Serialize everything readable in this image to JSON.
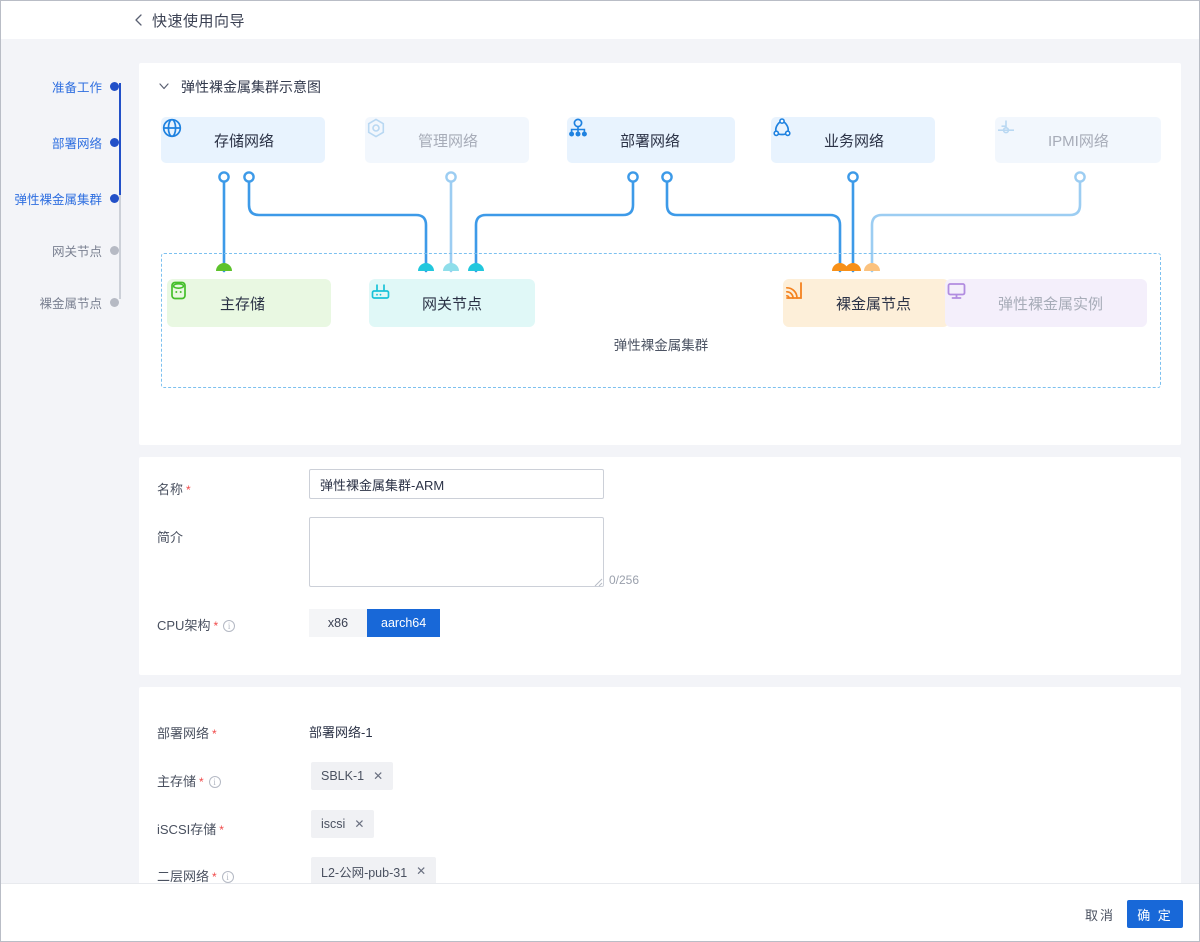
{
  "topbar": {
    "back_icon": "chevron-left-icon",
    "title": "快速使用向导"
  },
  "steps": [
    {
      "label": "准备工作",
      "state": "active"
    },
    {
      "label": "部署网络",
      "state": "active"
    },
    {
      "label": "弹性裸金属集群",
      "state": "active"
    },
    {
      "label": "网关节点",
      "state": "inactive"
    },
    {
      "label": "裸金属节点",
      "state": "inactive"
    }
  ],
  "diagram": {
    "section_title": "弹性裸金属集群示意图",
    "collapse_icon": "chevron-down-icon",
    "cluster_caption": "弹性裸金属集群",
    "networks": [
      {
        "label": "存储网络",
        "icon": "globe-icon",
        "state": "on"
      },
      {
        "label": "管理网络",
        "icon": "hexagon-target-icon",
        "state": "off"
      },
      {
        "label": "部署网络",
        "icon": "sitemap-icon",
        "state": "on"
      },
      {
        "label": "业务网络",
        "icon": "node-ring-icon",
        "state": "on"
      },
      {
        "label": "IPMI网络",
        "icon": "ipmi-port-icon",
        "state": "off"
      }
    ],
    "nodes": [
      {
        "label": "主存储",
        "icon": "database-icon",
        "color": "green"
      },
      {
        "label": "网关节点",
        "icon": "router-icon",
        "color": "cyan"
      },
      {
        "label": "裸金属节点",
        "icon": "signal-icon",
        "color": "orange"
      },
      {
        "label": "弹性裸金属实例",
        "icon": "monitor-icon",
        "color": "purple"
      }
    ],
    "colors": {
      "line_blue": "#3d9ae8",
      "line_blue_light": "#9ccdf2",
      "dash_border": "#7cc0ef",
      "green": "#5dc22c",
      "cyan": "#22c7dd",
      "cyan_light": "#8fdeea",
      "orange": "#f79019",
      "orange_light": "#fbc27e",
      "purple": "#b18ce0"
    }
  },
  "basic_form": {
    "name": {
      "label": "名称",
      "required": true,
      "value": "弹性裸金属集群-ARM",
      "placeholder": ""
    },
    "desc": {
      "label": "简介",
      "required": false,
      "value": "",
      "placeholder": "",
      "counter": "0/256"
    },
    "cpu": {
      "label": "CPU架构",
      "required": true,
      "info_icon": "info-icon",
      "options": [
        "x86",
        "aarch64"
      ],
      "selected": "aarch64"
    }
  },
  "network_form": {
    "deploy_network": {
      "label": "部署网络",
      "required": true,
      "value": "部署网络-1"
    },
    "main_storage": {
      "label": "主存储",
      "required": true,
      "info_icon": "info-icon",
      "tag": "SBLK-1",
      "remove_icon": "close-icon"
    },
    "iscsi_storage": {
      "label": "iSCSI存储",
      "required": true,
      "tag": "iscsi",
      "remove_icon": "close-icon"
    },
    "l2_network": {
      "label": "二层网络",
      "required": true,
      "info_icon": "info-icon",
      "tag": "L2-公网-pub-31",
      "remove_icon": "close-icon"
    }
  },
  "footer": {
    "cancel_label": "取消",
    "confirm_label": "确 定"
  }
}
